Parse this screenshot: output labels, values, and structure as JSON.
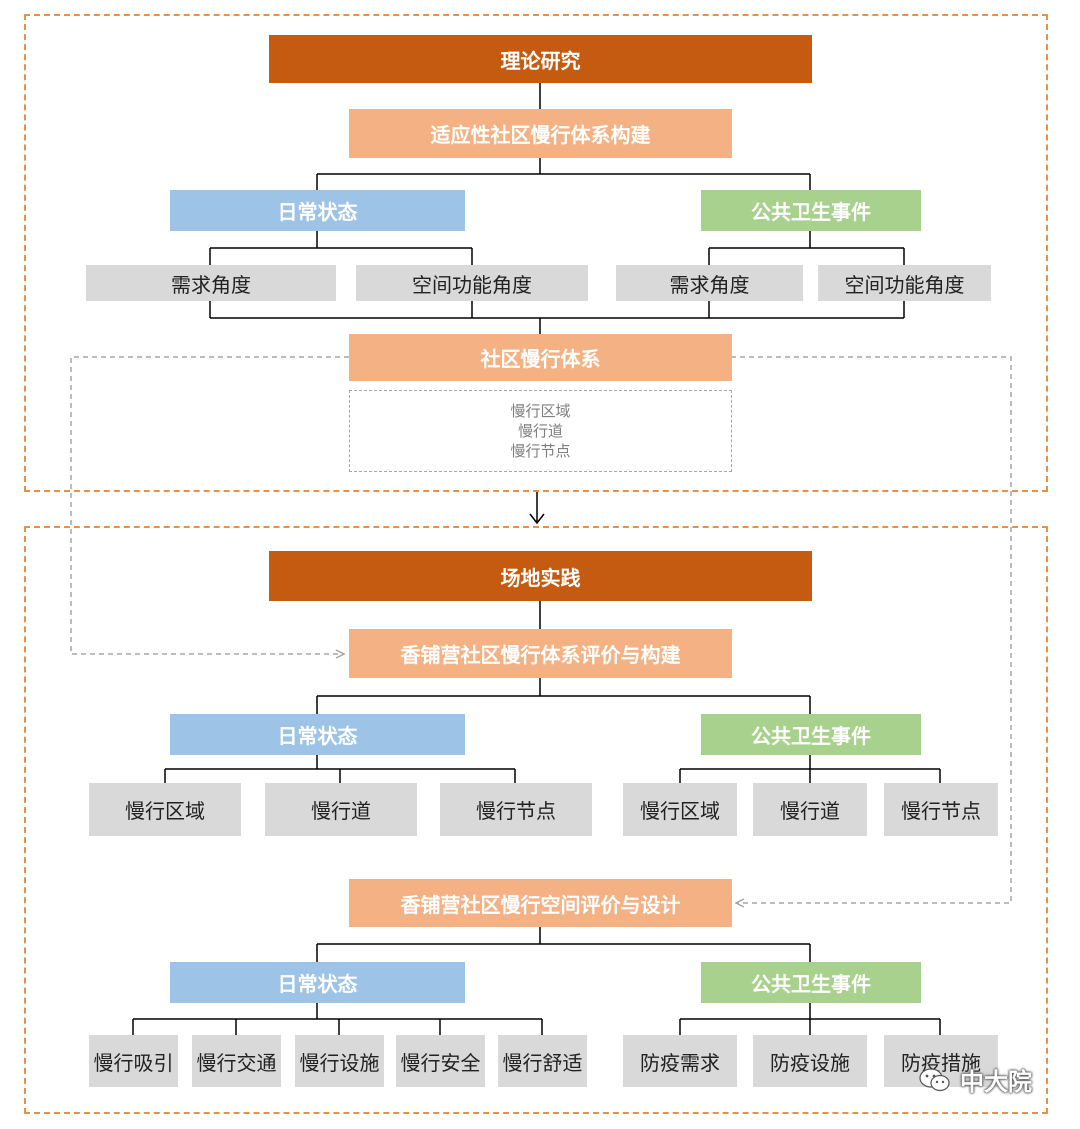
{
  "theory": {
    "title": "理论研究",
    "subtitle": "适应性社区慢行体系构建",
    "daily": "日常状态",
    "public_health": "公共卫生事件",
    "daily_items": [
      "需求角度",
      "空间功能角度"
    ],
    "health_items": [
      "需求角度",
      "空间功能角度"
    ],
    "system": "社区慢行体系",
    "system_parts": [
      "慢行区域",
      "慢行道",
      "慢行节点"
    ]
  },
  "practice": {
    "title": "场地实践",
    "eval1": {
      "title": "香铺营社区慢行体系评价与构建",
      "daily": "日常状态",
      "public_health": "公共卫生事件",
      "daily_items": [
        "慢行区域",
        "慢行道",
        "慢行节点"
      ],
      "health_items": [
        "慢行区域",
        "慢行道",
        "慢行节点"
      ]
    },
    "eval2": {
      "title": "香铺营社区慢行空间评价与设计",
      "daily": "日常状态",
      "public_health": "公共卫生事件",
      "daily_items": [
        "慢行吸引",
        "慢行交通",
        "慢行设施",
        "慢行安全",
        "慢行舒适"
      ],
      "health_items": [
        "防疫需求",
        "防疫设施",
        "防疫措施"
      ]
    }
  },
  "watermark": {
    "text": "中大院",
    "icon": "wechat-icon"
  },
  "colors": {
    "dark_orange": "#c55a11",
    "peach": "#f4b183",
    "blue": "#9dc3e6",
    "green": "#a9d18e",
    "gray": "#d9d9d9",
    "frame": "#e8904a"
  }
}
